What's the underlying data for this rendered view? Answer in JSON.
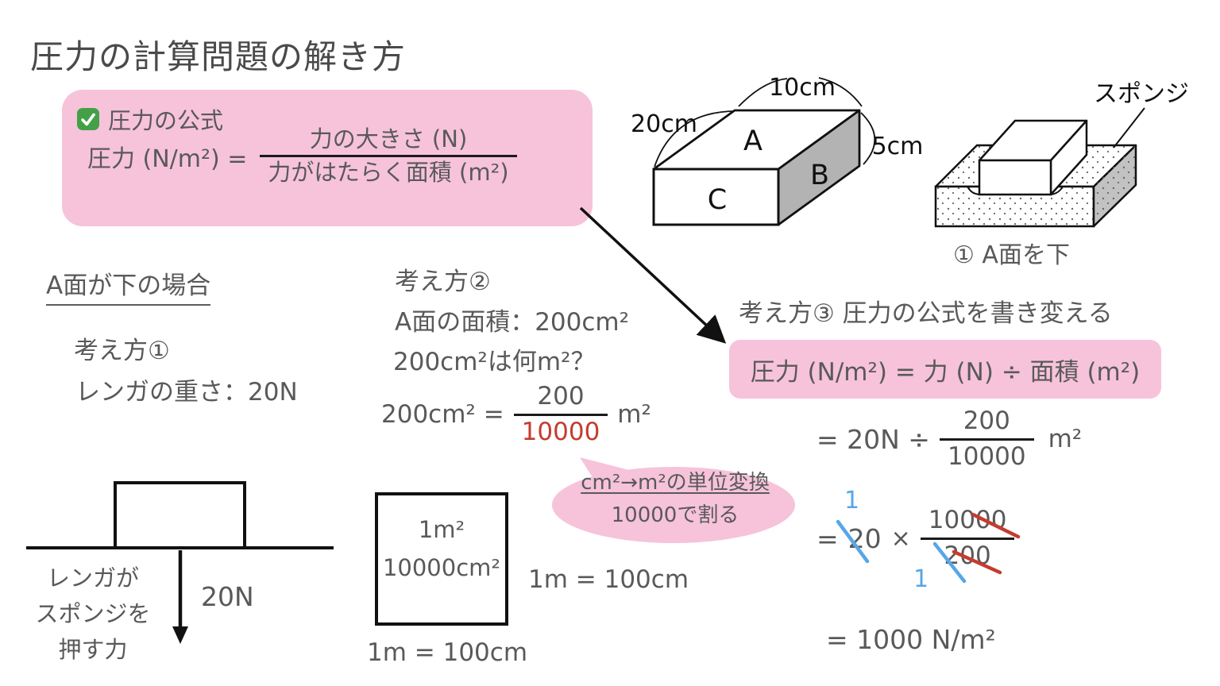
{
  "title": "圧力の計算問題の解き方",
  "formula_box": {
    "heading": "圧力の公式",
    "lhs": "圧力 (N/m²) =",
    "numerator": "力の大きさ (N)",
    "denominator": "力がはたらく面積 (m²)"
  },
  "brick_diagram": {
    "top_dim": "10cm",
    "left_dim": "20cm",
    "right_dim": "5cm",
    "face_a": "A",
    "face_b": "B",
    "face_c": "C"
  },
  "sponge_diagram": {
    "label": "スポンジ",
    "caption": "① A面を下"
  },
  "case_heading": "A面が下の場合",
  "step1": {
    "title": "考え方①",
    "weight_line": "レンガの重さ：20N",
    "push_label_lines": [
      "レンガが",
      "スポンジを",
      "押す力"
    ],
    "force_value": "20N"
  },
  "step2": {
    "title": "考え方②",
    "area_line": "A面の面積：200cm²",
    "question_line": "200cm²は何m²？",
    "conversion": {
      "lhs": "200cm² =",
      "numerator": "200",
      "denominator": "10000",
      "unit": "m²"
    },
    "unit_square": {
      "label_m2": "1m²",
      "label_cm2": "10000cm²",
      "note_right": "1m = 100cm",
      "note_bottom": "1m = 100cm"
    },
    "bubble": {
      "line1": "cm²→m²の単位変換",
      "line2": "10000で割る"
    }
  },
  "step3": {
    "title": "考え方③ 圧力の公式を書き変える",
    "formula": "圧力 (N/m²) = 力 (N) ÷ 面積 (m²)",
    "calc_line1": {
      "lhs": "= 20N ÷",
      "numerator": "200",
      "denominator": "10000",
      "unit": "m²"
    },
    "calc_line2": {
      "equals": "=",
      "factor": "20",
      "times": "×",
      "numerator": "10000",
      "denominator": "200",
      "cancel_top": "1",
      "cancel_bottom": "1"
    },
    "result": "= 1000 N/m²"
  },
  "colors": {
    "pink": "#f6c3da",
    "text_gray": "#595959",
    "line_black": "#111111",
    "accent_red": "#c53b2f",
    "accent_blue": "#58a6e8",
    "face_gray": "#b3b3b3",
    "check_green": "#43a047"
  }
}
